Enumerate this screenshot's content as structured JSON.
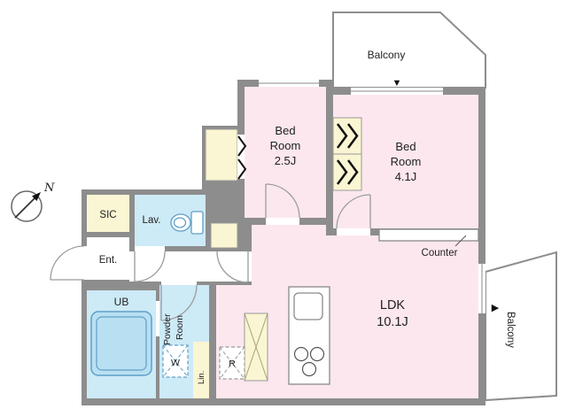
{
  "colors": {
    "wall": "#8d8d8d",
    "room_pink": "#fce7ee",
    "wet_blue": "#cdeaf7",
    "closet_cream": "#faf5d2",
    "tub_blue": "#b9e0f2"
  },
  "compass": {
    "north": "N"
  },
  "balcony_top": {
    "label": "Balcony",
    "arrow": "▼"
  },
  "balcony_right": {
    "label": "Balcony",
    "arrow": "▶"
  },
  "bedroom_small": {
    "line1": "Bed",
    "line2": "Room",
    "line3": "2.5J"
  },
  "bedroom_large": {
    "line1": "Bed",
    "line2": "Room",
    "line3": "4.1J"
  },
  "ldk": {
    "line1": "LDK",
    "line2": "10.1J"
  },
  "sic": {
    "label": "SIC"
  },
  "lavatory": {
    "label": "Lav."
  },
  "entrance": {
    "label": "Ent."
  },
  "unit_bath": {
    "label": "UB"
  },
  "powder_room": {
    "line1": "Powder",
    "line2": "Room"
  },
  "linen": {
    "label": "Lin."
  },
  "washer": {
    "label": "W"
  },
  "refrigerator": {
    "label": "R"
  },
  "counter": {
    "label": "Counter"
  }
}
